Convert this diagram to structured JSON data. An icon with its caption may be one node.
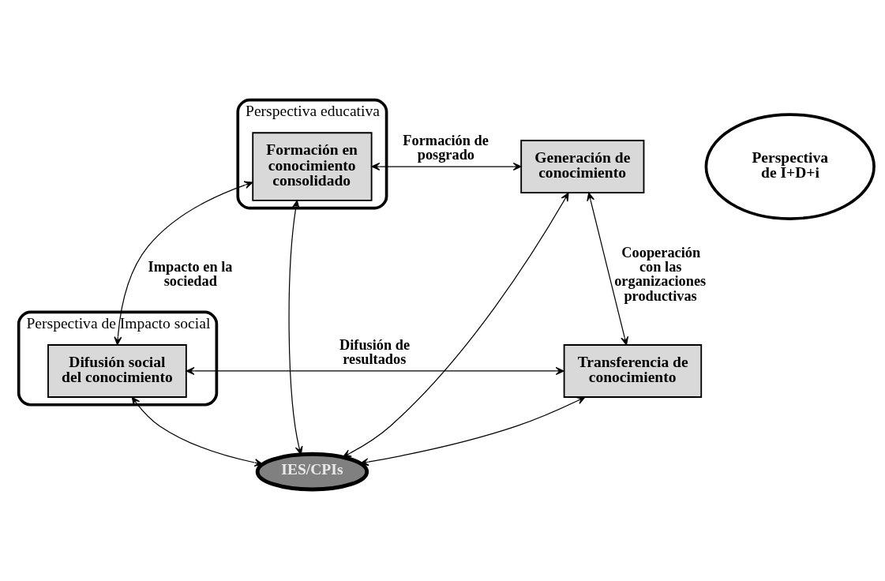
{
  "diagram": {
    "nodes": [
      {
        "text": [
          "Perspectiva educativa"
        ]
      },
      {
        "text": [
          "Perspectiva de I+D+i"
        ]
      },
      {
        "text": [
          "Perspectiva de Impacto social"
        ]
      },
      {
        "text": [
          "Formación en conocimiento consolidado"
        ],
        "in": 0
      },
      {
        "text": [
          "Generación de conocimiento"
        ]
      },
      {
        "text": [
          "IES/CPIs"
        ]
      },
      {
        "text": [
          "Difusión social del conocimiento"
        ],
        "in": 2
      },
      {
        "text": [
          "Transferencia de conocimiento"
        ]
      }
    ],
    "edges": [
      {
        "from": 3,
        "to": 4,
        "arrow": "both",
        "label": "Formación de posgrado"
      },
      {
        "from": 3,
        "to": 5,
        "arrow": "both"
      },
      {
        "from": 4,
        "to": 5,
        "arrow": "both"
      },
      {
        "from": 3,
        "to": 6,
        "arrow": "both",
        "label": "Impacto en la sociedad"
      },
      {
        "from": 4,
        "to": 7,
        "arrow": "both",
        "label": "Cooperación con las organizaciones productivas"
      },
      {
        "from": 6,
        "to": 5,
        "arrow": "both"
      },
      {
        "from": 7,
        "to": 5,
        "arrow": "both"
      },
      {
        "from": 6,
        "to": 7,
        "arrow": "both",
        "label": "Difusión de resultados"
      }
    ]
  }
}
